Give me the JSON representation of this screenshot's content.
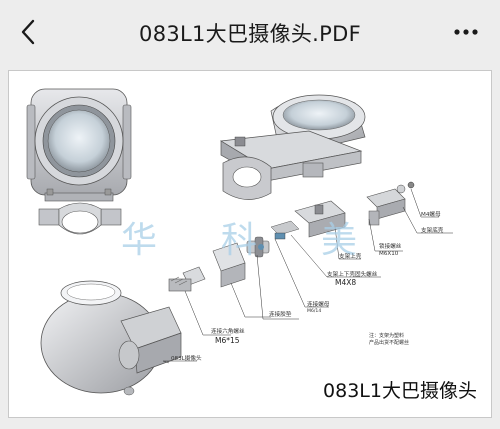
{
  "header": {
    "title": "083L1大巴摄像头.PDF",
    "back_icon": "chevron-left-icon",
    "more_icon": "more-horizontal-icon"
  },
  "document": {
    "caption": "083L1大巴摄像头",
    "watermark": [
      "华",
      "科",
      "美"
    ],
    "part_labels": {
      "nut": "M4螺母",
      "bottom_shell": "支架底壳",
      "lock_screw_name": "锁接螺丝",
      "lock_screw_spec": "M6X10",
      "top_shell": "支架上壳",
      "cover_screw_name": "支架上下壳固头螺丝",
      "cover_screw_spec": "M4X8",
      "connector_nut": "连接螺母",
      "connector_nut_spec": "M6/14",
      "hex_screw_name": "连接六角螺丝",
      "hex_screw_spec": "M6*15",
      "rubber_pad": "连接胶垫",
      "camera": "083L摄像头"
    },
    "note_lines": [
      "注：支架为塑料",
      "产品出货不配螺丝"
    ]
  },
  "colors": {
    "background": "#ededed",
    "page": "#ffffff",
    "watermark": "#a9cfe8",
    "part_metal": "#c9cace",
    "part_dark": "#8b8c91"
  }
}
